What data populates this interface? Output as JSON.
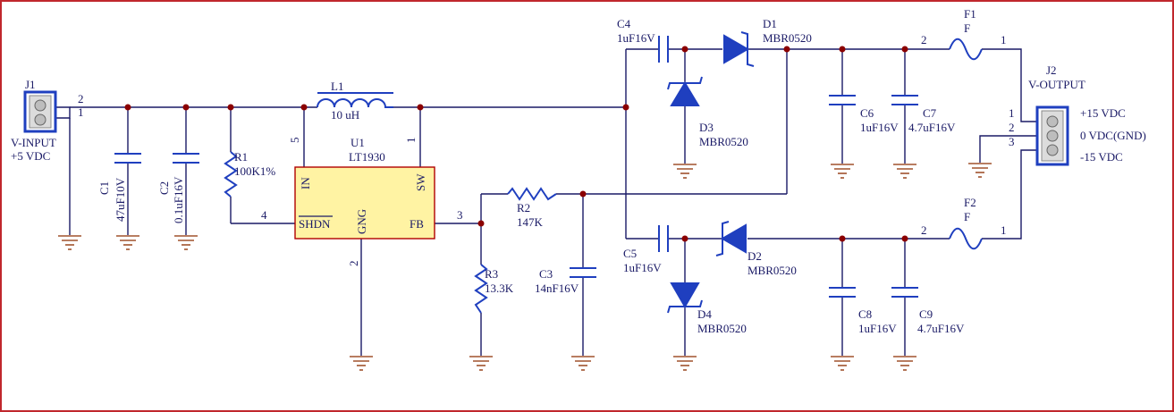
{
  "colors": {
    "border": "#c0272d",
    "wire": "#1a1a66",
    "part": "#1f3fbf",
    "ground": "#a0522d",
    "junction": "#8b0000",
    "ic_fill": "#fff3a3"
  },
  "j1": {
    "ref": "J1",
    "name": "V-INPUT",
    "value": "+5 VDC",
    "pin1": "1",
    "pin2": "2"
  },
  "c1": {
    "ref": "C1",
    "value": "47uF10V"
  },
  "c2": {
    "ref": "C2",
    "value": "0.1uF16V"
  },
  "r1": {
    "ref": "R1",
    "value": "100K1%"
  },
  "l1": {
    "ref": "L1",
    "value": "10 uH"
  },
  "u1": {
    "ref": "U1",
    "value": "LT1930",
    "pin_in": "IN",
    "pin_sw": "SW",
    "pin_shdn": "SHDN",
    "pin_gng": "GNG",
    "pin_fb": "FB",
    "n5": "5",
    "n1": "1",
    "n4": "4",
    "n2": "2",
    "n3": "3"
  },
  "r2": {
    "ref": "R2",
    "value": "147K"
  },
  "r3": {
    "ref": "R3",
    "value": "13.3K"
  },
  "c3": {
    "ref": "C3",
    "value": "14nF16V"
  },
  "c4": {
    "ref": "C4",
    "value": "1uF16V"
  },
  "c5": {
    "ref": "C5",
    "value": "1uF16V"
  },
  "d1": {
    "ref": "D1",
    "value": "MBR0520"
  },
  "d2": {
    "ref": "D2",
    "value": "MBR0520"
  },
  "d3": {
    "ref": "D3",
    "value": "MBR0520"
  },
  "d4": {
    "ref": "D4",
    "value": "MBR0520"
  },
  "c6": {
    "ref": "C6",
    "value": "1uF16V"
  },
  "c7": {
    "ref": "C7",
    "value": "4.7uF16V"
  },
  "c8": {
    "ref": "C8",
    "value": "1uF16V"
  },
  "c9": {
    "ref": "C9",
    "value": "4.7uF16V"
  },
  "f1": {
    "ref": "F1",
    "value": "F",
    "pin2": "2",
    "pin1": "1"
  },
  "f2": {
    "ref": "F2",
    "value": "F",
    "pin2": "2",
    "pin1": "1"
  },
  "j2": {
    "ref": "J2",
    "name": "V-OUTPUT",
    "pin1": "1",
    "pin2": "2",
    "pin3": "3",
    "out_pos": "+15 VDC",
    "out_gnd": "0 VDC(GND)",
    "out_neg": "-15 VDC"
  }
}
